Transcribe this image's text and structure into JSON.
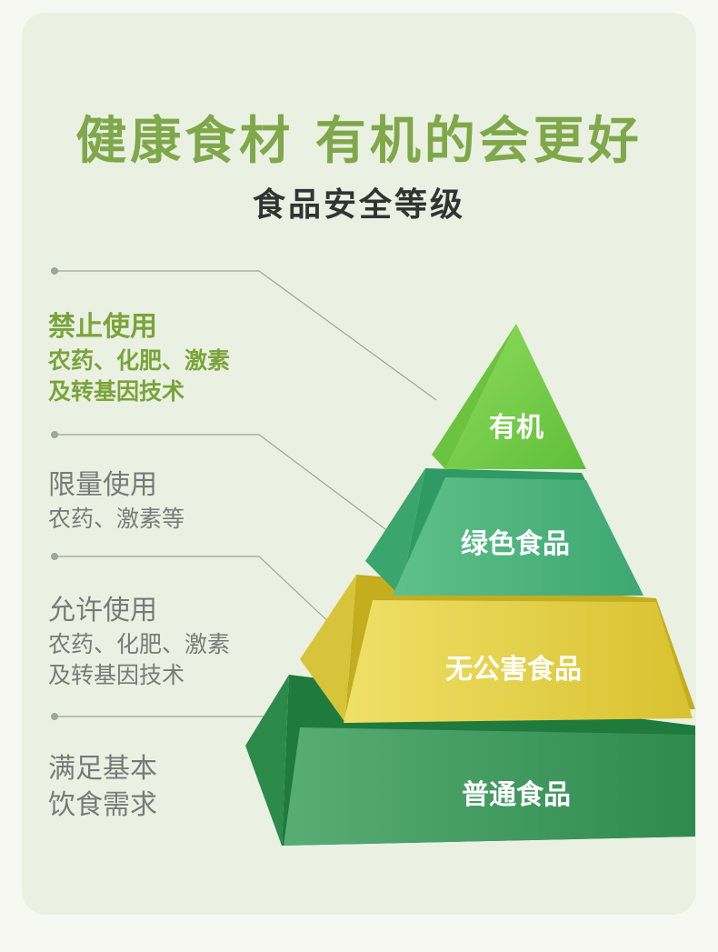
{
  "title": "健康食材  有机的会更好",
  "subtitle": "食品安全等级",
  "tiers": [
    {
      "label": "有机",
      "color": "#7bd04e"
    },
    {
      "label": "绿色食品",
      "color": "#52b37f"
    },
    {
      "label": "无公害食品",
      "color": "#e2d040"
    },
    {
      "label": "普通食品",
      "color": "#3a9a5a"
    }
  ],
  "descriptions": [
    {
      "heading": "禁止使用",
      "lines": [
        "农药、化肥、激素",
        "及转基因技术"
      ]
    },
    {
      "heading": "限量使用",
      "lines": [
        "农药、激素等"
      ]
    },
    {
      "heading": "允许使用",
      "lines": [
        "农药、化肥、激素",
        "及转基因技术"
      ]
    },
    {
      "heading": "满足基本",
      "lines": [
        "饮食需求"
      ]
    }
  ]
}
